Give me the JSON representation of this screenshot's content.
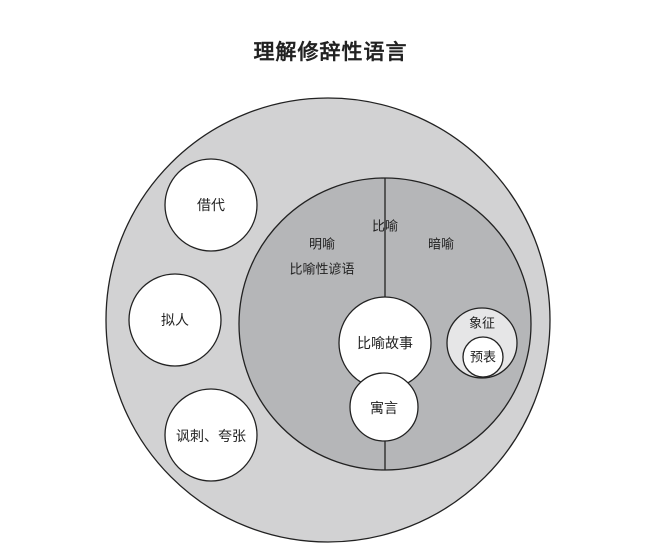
{
  "title": "理解修辞性语言",
  "labels": {
    "jiedai": "借代",
    "niren": "拟人",
    "fengci": "讽刺、夸张",
    "biyu": "比喻",
    "mingyu": "明喻",
    "biyu_xing_yanyu": "比喻性谚语",
    "anyu": "暗喻",
    "biyu_gushi": "比喻故事",
    "yuyan": "寓言",
    "xiangzheng": "象征",
    "yubiao": "预表"
  },
  "colors": {
    "outer_fill": "#d2d2d3",
    "inner_fill": "#b5b6b8",
    "small_fill": "#ffffff",
    "symbol_fill": "#e6e6e7",
    "stroke": "#222222"
  }
}
